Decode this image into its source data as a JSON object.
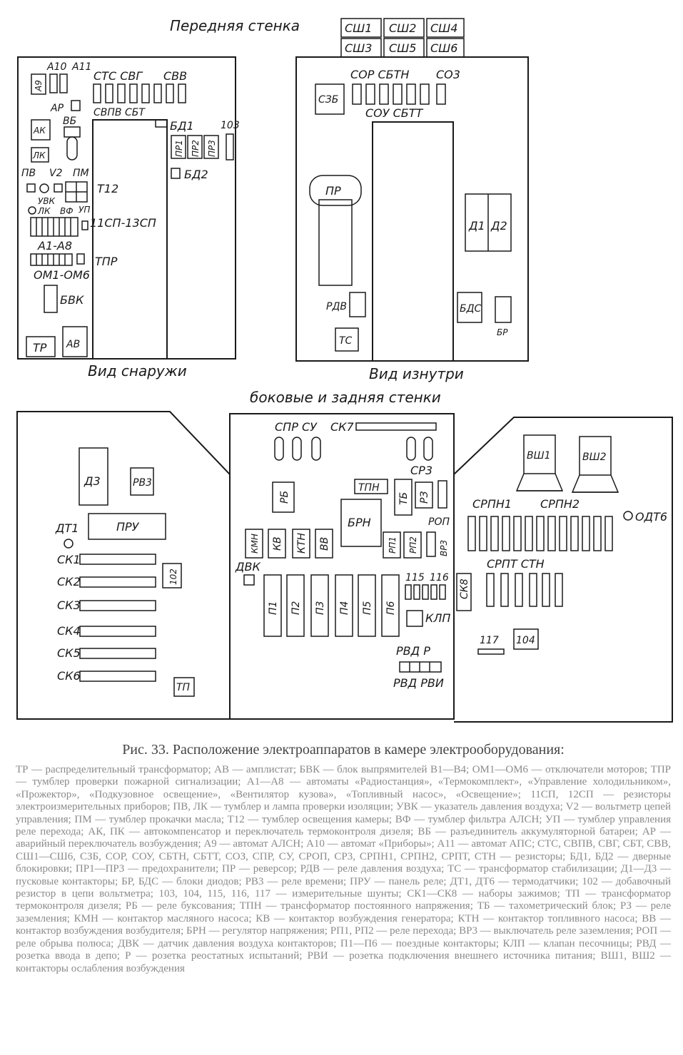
{
  "labels": {
    "front_wall": "Передняя стенка",
    "outside_view": "Вид снаружи",
    "inside_view": "Вид изнутри",
    "side_back_walls": "боковые и задняя стенки"
  },
  "front_outside": {
    "a10": "А10",
    "a11": "А11",
    "a9": "А9",
    "stc_svg": "СТС СВГ",
    "svv": "СВВ",
    "ar": "АР",
    "vb": "ВБ",
    "svpv_sbt": "СВПВ СБТ",
    "ak": "АК",
    "bd1": "БД1",
    "n103": "103",
    "pr1": "ПР1",
    "pr2": "ПР2",
    "pr3": "ПР3",
    "lk": "ЛК",
    "bd2": "БД2",
    "pv": "ПВ",
    "v2": "V2",
    "pm": "ПМ",
    "t12": "Т12",
    "uvk": "УВК",
    "lk2": "ЛК",
    "vf": "ВФ",
    "up": "УП",
    "n11sp13sp": "11СП-13СП",
    "a1a8": "А1-А8",
    "tpr": "ТПР",
    "om1om6": "ОМ1-ОМ6",
    "bvk": "БВК",
    "tr": "ТР",
    "av": "АВ"
  },
  "front_inside": {
    "sh1": "СШ1",
    "sh2": "СШ2",
    "sh4": "СШ4",
    "sh3": "СШ3",
    "sh5": "СШ5",
    "sh6": "СШ6",
    "sor_sbtn": "СОР СБТН",
    "so3": "СО3",
    "szb": "СЗБ",
    "sou_sbtt": "СОУ СБТТ",
    "pr": "ПР",
    "d1": "Д1",
    "d2": "Д2",
    "rdv": "РДВ",
    "bds": "БДС",
    "br": "БР",
    "ts": "ТС"
  },
  "side_left": {
    "d3": "Д3",
    "rv3": "РВ3",
    "dt1": "ДТ1",
    "pru": "ПРУ",
    "sk1": "СК1",
    "sk2": "СК2",
    "sk3": "СК3",
    "sk4": "СК4",
    "sk5": "СК5",
    "sk6": "СК6",
    "n102": "102",
    "tp": "ТП"
  },
  "back_wall": {
    "spr_su": "СПР СУ",
    "sk7": "СК7",
    "sr3": "СР3",
    "rb": "РБ",
    "tpn": "ТПН",
    "tb": "ТБ",
    "rz": "РЗ",
    "brn": "БРН",
    "rop": "РОП",
    "kmn": "КМН",
    "kv": "КВ",
    "ktn": "КТН",
    "vv": "ВВ",
    "rp1": "РП1",
    "rp2": "РП2",
    "vr3": "ВР3",
    "dvk": "ДВК",
    "n115": "115",
    "n116": "116",
    "p1": "П1",
    "p2": "П2",
    "p3": "П3",
    "p4": "П4",
    "p5": "П5",
    "p6": "П6",
    "klp": "КЛП",
    "rvd_r": "РВД Р",
    "rvd_rvi": "РВД РВИ"
  },
  "side_right": {
    "vsh1": "ВШ1",
    "vsh2": "ВШ2",
    "srpn1": "СРПН1",
    "srpn2": "СРПН2",
    "odt6": "ОДТ6",
    "srpt_stn": "СРПТ СТН",
    "sk8": "СК8",
    "n117": "117",
    "n104": "104"
  },
  "caption": {
    "title": "Рис. 33. Расположение электроаппаратов в камере электрооборудования:",
    "legend": "ТР — распределительный трансформатор; АВ — амплистат; БВК — блок выпрямителей В1—В4; ОМ1—ОМ6 — отключатели моторов; ТПР — тумблер проверки пожарной сигнализации; А1—А8 — автоматы «Радиостанция», «Термокомплект», «Управление холодильником», «Прожектор», «Подкузовное освещение», «Вентилятор кузова», «Топливный насос», «Освещение»; 11СП, 12СП — резисторы электроизмерительных приборов; ПВ, ЛК — тумблер и лампа проверки изоляции; УВК — указатель давления воздуха; V2 — вольтметр цепей управления; ПМ — тумблер прокачки масла; Т12 — тумблер освещения камеры; ВФ — тумблер фильтра АЛСН; УП — тумблер управления реле перехода; АК, ПК — автокомпенсатор и переключатель термоконтроля дизеля; ВБ — разъединитель аккумуляторной батареи; АР — аварийный переключатель возбуждения; А9 — автомат АЛСН; А10 — автомат «Приборы»; А11 — автомат АПС; СТС, СВПВ, СВГ, СБТ, СВВ, СШ1—СШ6, СЗБ, СОР, СОУ, СБТН, СБТТ, СОЗ, СПР, СУ, СРОП, СР3, СРПН1, СРПН2, СРПТ, СТН — резисторы; БД1, БД2 — дверные блокировки; ПР1—ПР3 — предохранители; ПР — реверсор; РДВ — реле давления воздуха; ТС — трансформатор стабилизации; Д1—Д3 — пусковые контакторы; БР, БДС — блоки диодов; РВ3 — реле времени; ПРУ — панель реле; ДТ1, ДТ6 — термодатчики; 102 — добавочный резистор в цепи вольтметра; 103, 104, 115, 116, 117 — измерительные шунты; СК1—СК8 — наборы зажимов; ТП — трансформатор термоконтроля дизеля; РБ — реле буксования; ТПН — трансформатор постоянного напряжения; ТБ — тахометрический блок; РЗ — реле заземления; КМН — контактор масляного насоса; КВ — контактор возбуждения генератора; КТН — контактор топливного насоса; ВВ — контактор возбуждения возбудителя; БРН — регулятор напряжения; РП1, РП2 — реле перехода; ВР3 — выключатель реле заземления; РОП — реле обрыва полюса; ДВК — датчик давления воздуха контакторов; П1—П6 — поездные контакторы; КЛП — клапан песочницы; РВД — розетка ввода в депо; Р — розетка реостатных испытаний; РВИ — розетка подключения внешнего источника питания; ВШ1, ВШ2 — контакторы ослабления возбуждения"
  }
}
